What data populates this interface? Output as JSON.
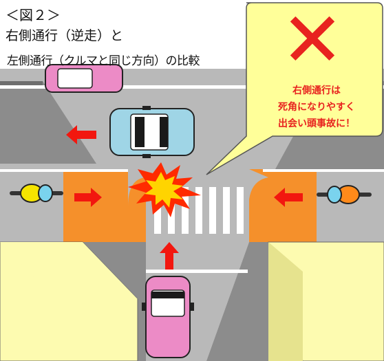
{
  "title": {
    "line1": "＜図２＞",
    "line2": "右側通行（逆走）と",
    "line3": "左側通行（クルマと同じ方向）の比較"
  },
  "callout": {
    "lines": [
      "右側通行は",
      "死角になりやすく",
      "出会い頭事故に！"
    ],
    "mark": "✕"
  },
  "colors": {
    "road": "#b9b9b9",
    "building": "#fdfbb0",
    "building_shadow": "#8c8c8c",
    "sidewalk": "#f5902b",
    "crosswalk": "#ffffff",
    "arrow": "#f2170f",
    "callout_bg": "#ffff99",
    "car_pink": "#ec8bc6",
    "car_blue": "#9fd5e6",
    "crash": "#ff2a00",
    "crash_inner": "#ffd400"
  }
}
